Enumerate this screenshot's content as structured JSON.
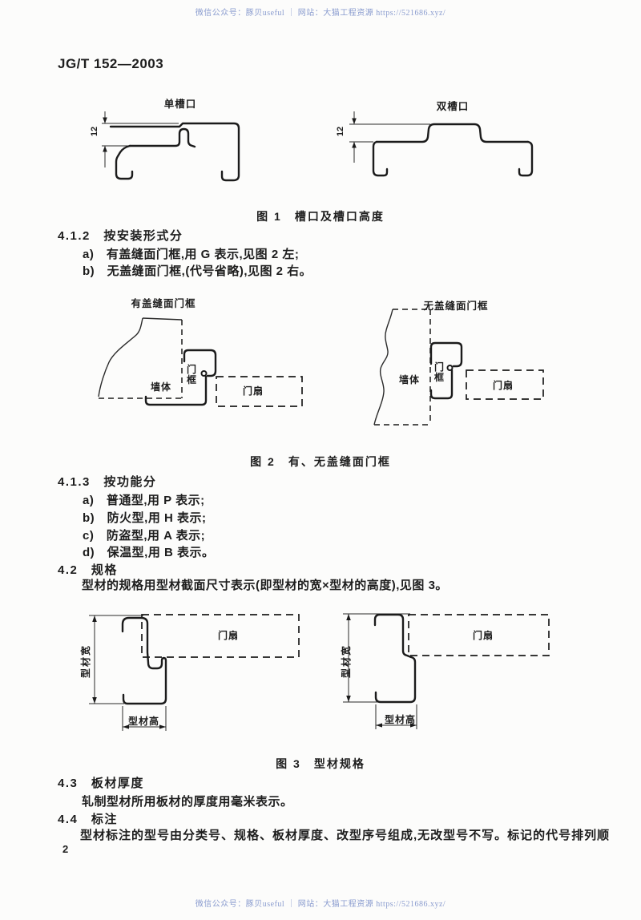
{
  "watermark": "微信公众号：豚贝useful ｜ 网站：大猫工程资源 https://521686.xyz/",
  "header": {
    "standard_no": "JG/T 152—2003"
  },
  "labels": {
    "wall": "墙体",
    "frame": "门框",
    "leaf": "门扇",
    "profile_width": "型材宽",
    "profile_height": "型材高",
    "dim_12": "12"
  },
  "fig1": {
    "left_title": "单槽口",
    "right_title": "双槽口",
    "caption": "图 1　槽口及槽口高度"
  },
  "sec_412": {
    "heading": "4.1.2　按安装形式分",
    "item_a": "a)　有盖缝面门框,用 G 表示,见图 2 左;",
    "item_b": "b)　无盖缝面门框,(代号省略),见图 2 右。"
  },
  "fig2": {
    "left_title": "有盖缝面门框",
    "right_title": "无盖缝面门框",
    "caption": "图 2　有、无盖缝面门框"
  },
  "sec_413": {
    "heading": "4.1.3　按功能分",
    "items": [
      "a)　普通型,用 P 表示;",
      "b)　防火型,用 H 表示;",
      "c)　防盗型,用 A 表示;",
      "d)　保温型,用 B 表示。"
    ]
  },
  "sec_42": {
    "heading": "4.2　规格",
    "body": "型材的规格用型材截面尺寸表示(即型材的宽×型材的高度),见图 3。"
  },
  "fig3": {
    "caption": "图 3　型材规格"
  },
  "sec_43": {
    "heading": "4.3　板材厚度",
    "body": "轧制型材所用板材的厚度用毫米表示。"
  },
  "sec_44": {
    "heading": "4.4　标注",
    "body": "型材标注的型号由分类号、规格、板材厚度、改型序号组成,无改型号不写。标记的代号排列顺"
  },
  "footer": {
    "page_number": "2"
  }
}
